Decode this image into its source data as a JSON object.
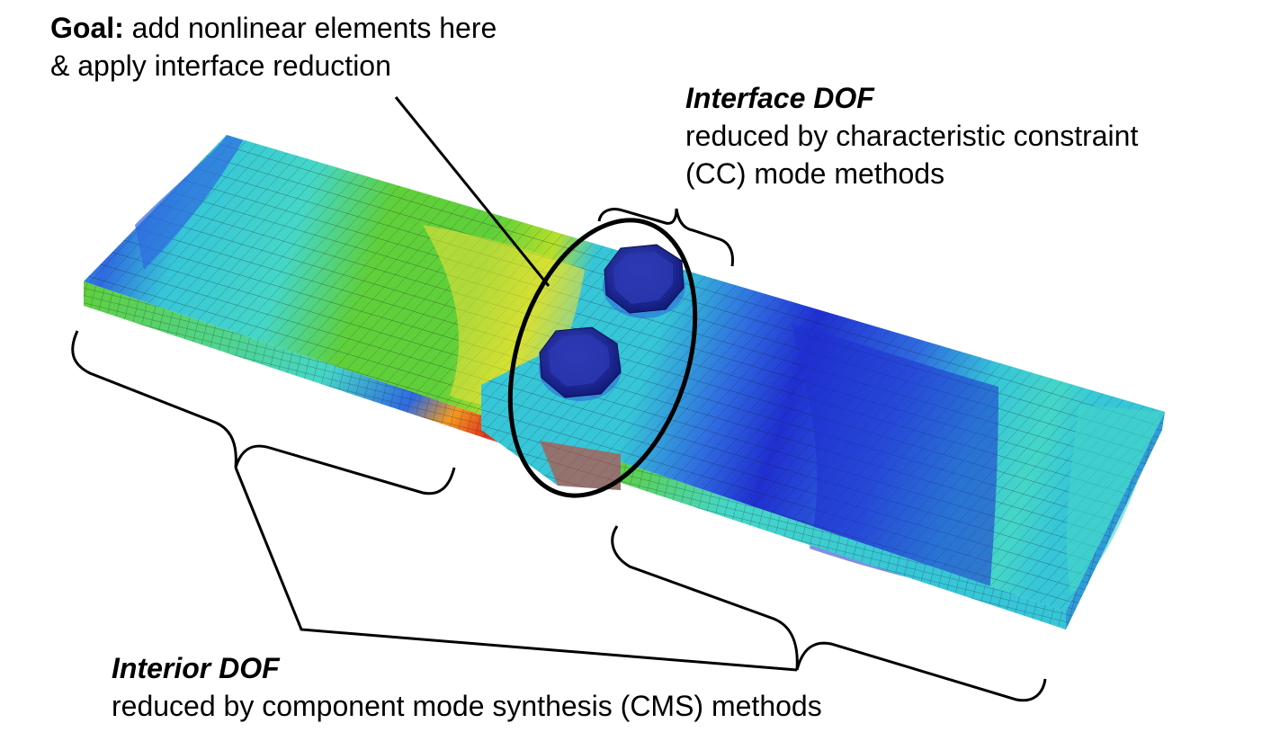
{
  "goal": {
    "bold": "Goal:",
    "line1_rest": " add nonlinear elements here",
    "line2": "& apply interface reduction"
  },
  "interface": {
    "title": "Interface DOF",
    "line1": "reduced by characteristic constraint",
    "line2": "(CC) mode methods"
  },
  "interior": {
    "title": "Interior DOF",
    "line1": "reduced by component mode synthesis (CMS) methods"
  },
  "colors": {
    "deep_blue": "#1f2fd0",
    "blue": "#2f6ae0",
    "cyan": "#36c6d8",
    "teal": "#45d6c8",
    "green": "#5fd03a",
    "yellow_green": "#b6e02a",
    "yellow": "#f0e13a",
    "orange": "#f29a22",
    "red": "#e0301c",
    "bolt": "#1f2aa8",
    "ink": "#000000"
  }
}
